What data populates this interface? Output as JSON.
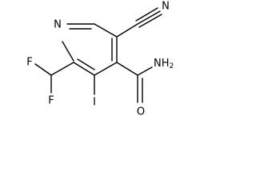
{
  "molecule": {
    "atoms": {
      "ring_n": "N",
      "nitrile_n": "N",
      "f_upper": "F",
      "f_lower": "F",
      "iodine": "I",
      "amide_n": "NH",
      "amide_n_subscript": "2",
      "amide_o": "O"
    }
  },
  "colors": {
    "bond": "#000000",
    "label": "#000000",
    "background": "#ffffff"
  }
}
